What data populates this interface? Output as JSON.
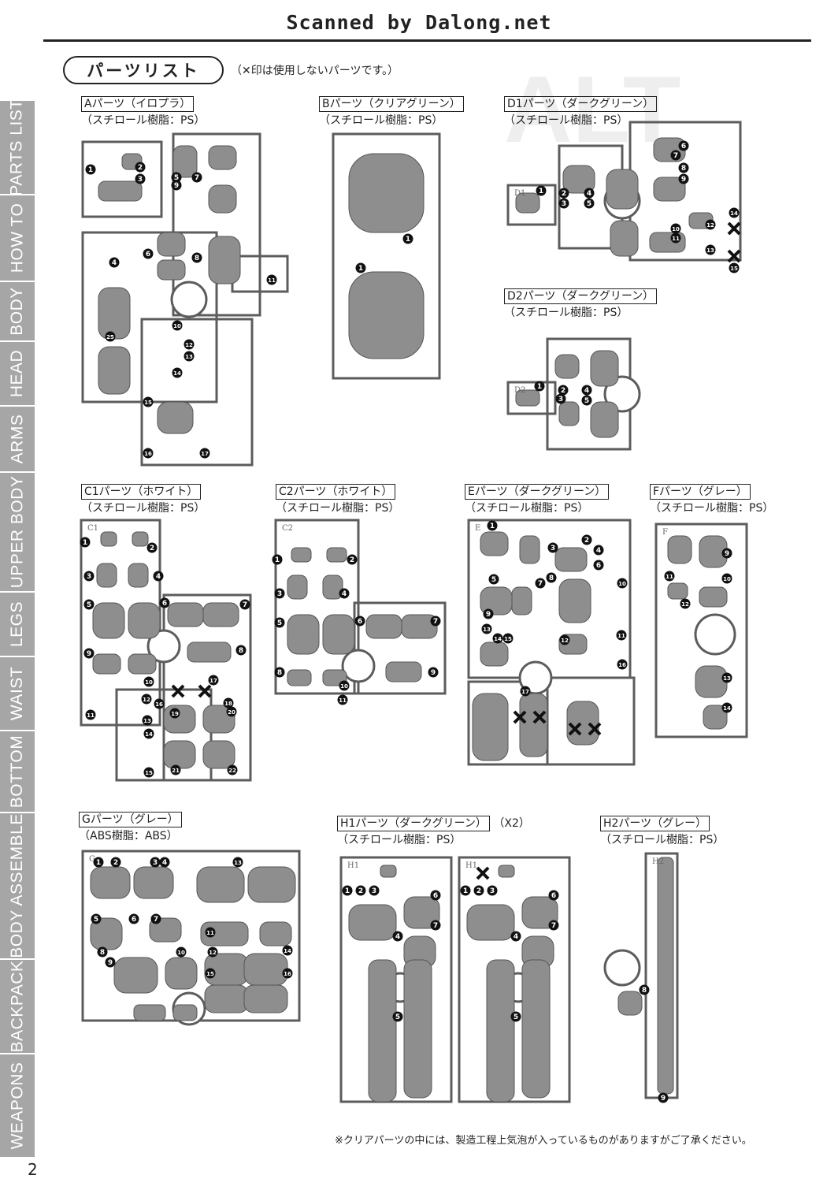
{
  "header": {
    "scanner_text": "Scanned by Dalong.net",
    "title": "パーツリスト",
    "title_note": "（✕印は使用しないパーツです。）"
  },
  "sidebar": {
    "tabs": [
      {
        "label": "PARTS LIST",
        "active": true
      },
      {
        "label": "HOW TO",
        "active": false
      },
      {
        "label": "BODY",
        "active": false
      },
      {
        "label": "HEAD",
        "active": false
      },
      {
        "label": "ARMS",
        "active": false
      },
      {
        "label": "UPPER BODY",
        "active": false
      },
      {
        "label": "LEGS",
        "active": false
      },
      {
        "label": "WAIST",
        "active": false
      },
      {
        "label": "BOTTOM",
        "active": false
      },
      {
        "label": "BODY ASSEMBLE",
        "active": false
      },
      {
        "label": "BACKPACK",
        "active": false
      },
      {
        "label": "WEAPONS",
        "active": false
      }
    ]
  },
  "runners": [
    {
      "id": "A",
      "name": "Aパーツ（イロプラ）",
      "material": "（スチロール樹脂：PS）",
      "extra": "",
      "marker": "",
      "parts": [
        "1",
        "2",
        "3",
        "4",
        "5",
        "6",
        "7",
        "8",
        "9",
        "10",
        "11",
        "12",
        "13",
        "14",
        "15",
        "16",
        "17",
        "25"
      ],
      "unused": []
    },
    {
      "id": "B",
      "name": "Bパーツ（クリアグリーン）",
      "material": "（スチロール樹脂：PS）",
      "extra": "",
      "marker": "",
      "parts": [
        "1",
        "1"
      ],
      "unused": []
    },
    {
      "id": "D1",
      "name": "D1パーツ（ダークグリーン）",
      "material": "（スチロール樹脂：PS）",
      "extra": "",
      "marker": "D1",
      "parts": [
        "1",
        "2",
        "3",
        "4",
        "5",
        "6",
        "7",
        "8",
        "9",
        "10",
        "11",
        "12",
        "13",
        "14",
        "15"
      ],
      "unused": [
        "14",
        "15"
      ]
    },
    {
      "id": "D2",
      "name": "D2パーツ（ダークグリーン）",
      "material": "（スチロール樹脂：PS）",
      "extra": "",
      "marker": "D2",
      "parts": [
        "1",
        "2",
        "3",
        "4",
        "5"
      ],
      "unused": []
    },
    {
      "id": "C1",
      "name": "C1パーツ（ホワイト）",
      "material": "（スチロール樹脂：PS）",
      "extra": "",
      "marker": "C1",
      "parts": [
        "1",
        "2",
        "3",
        "4",
        "5",
        "6",
        "7",
        "8",
        "9",
        "10",
        "11",
        "12",
        "13",
        "14",
        "15",
        "16",
        "17",
        "18",
        "19",
        "20",
        "21",
        "22"
      ],
      "unused": [
        "16",
        "17"
      ]
    },
    {
      "id": "C2",
      "name": "C2パーツ（ホワイト）",
      "material": "（スチロール樹脂：PS）",
      "extra": "",
      "marker": "C2",
      "parts": [
        "1",
        "2",
        "3",
        "4",
        "5",
        "6",
        "7",
        "8",
        "9",
        "10",
        "11"
      ],
      "unused": []
    },
    {
      "id": "E",
      "name": "Eパーツ（ダークグリーン）",
      "material": "（スチロール樹脂：PS）",
      "extra": "",
      "marker": "E",
      "parts": [
        "1",
        "2",
        "3",
        "4",
        "5",
        "6",
        "7",
        "8",
        "9",
        "10",
        "11",
        "12",
        "13",
        "14",
        "15",
        "16",
        "17"
      ],
      "unused": [
        "16",
        "16",
        "17",
        "17"
      ]
    },
    {
      "id": "F",
      "name": "Fパーツ（グレー）",
      "material": "（スチロール樹脂：PS）",
      "extra": "",
      "marker": "F",
      "parts": [
        "9",
        "10",
        "11",
        "12",
        "13",
        "14"
      ],
      "unused": []
    },
    {
      "id": "G",
      "name": "Gパーツ（グレー）",
      "material": "（ABS樹脂：ABS）",
      "extra": "",
      "marker": "G",
      "parts": [
        "1",
        "2",
        "3",
        "4",
        "5",
        "6",
        "7",
        "8",
        "9",
        "10",
        "11",
        "12",
        "13",
        "14",
        "15",
        "16"
      ],
      "unused": []
    },
    {
      "id": "H1",
      "name": "H1パーツ（ダークグリーン）",
      "material": "（スチロール樹脂：PS）",
      "extra": "（X2）",
      "marker": "H1",
      "parts": [
        "1",
        "2",
        "3",
        "4",
        "5",
        "6",
        "7"
      ],
      "unused": [
        "1"
      ]
    },
    {
      "id": "H2",
      "name": "H2パーツ（グレー）",
      "material": "（スチロール樹脂：PS）",
      "extra": "",
      "marker": "H2",
      "parts": [
        "8",
        "9"
      ],
      "unused": []
    }
  ],
  "footnote": "※クリアパーツの中には、製造工程上気泡が入っているものがありますがご了承ください。",
  "page_number": "2",
  "colors": {
    "frame": "#5c5c5c",
    "part_fill": "#8e8e8e",
    "part_light": "#d0d0d0",
    "tab_active": "#333333",
    "tab_inactive": "#a6a6a6"
  }
}
